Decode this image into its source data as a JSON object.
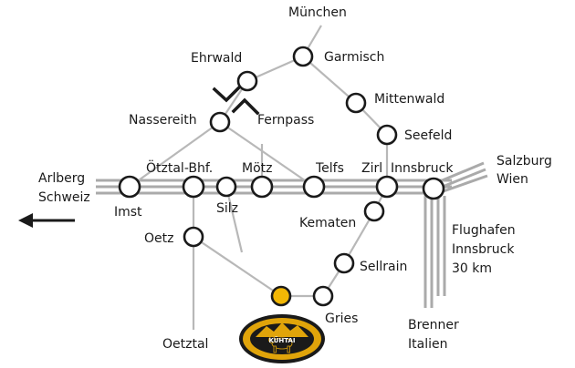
{
  "places": {
    "muenchen": "München",
    "garmisch": "Garmisch",
    "ehrwald": "Ehrwald",
    "mittenwald": "Mittenwald",
    "nassereith": "Nassereith",
    "fernpass": "Fernpass",
    "seefeld": "Seefeld",
    "arlberg": "Arlberg",
    "schweiz": "Schweiz",
    "oetztal_bhf": "Ötztal-Bhf.",
    "moetz": "Mötz",
    "telfs": "Telfs",
    "zirl": "Zirl",
    "innsbruck": "Innsbruck",
    "salzburg": "Salzburg",
    "wien": "Wien",
    "imst": "Imst",
    "silz": "Silz",
    "kematen": "Kematen",
    "oetz": "Oetz",
    "sellrain": "Sellrain",
    "gries": "Gries",
    "flughafen": "Flughafen",
    "flughafen_city": "Innsbruck",
    "distance": "30 km",
    "brenner": "Brenner",
    "italien": "Italien",
    "oetztal": "Oetztal"
  },
  "logo": {
    "text": "KÜHTAI"
  },
  "colors": {
    "road": "#aaaaaa",
    "stop_outline": "#1a1a1a",
    "destination": "#f2b705",
    "logo_gold": "#e0a40a",
    "logo_dark": "#1a1a1a"
  },
  "icons": {
    "west_arrow": "arrow-left",
    "pass_marker": "pass-symbol"
  }
}
